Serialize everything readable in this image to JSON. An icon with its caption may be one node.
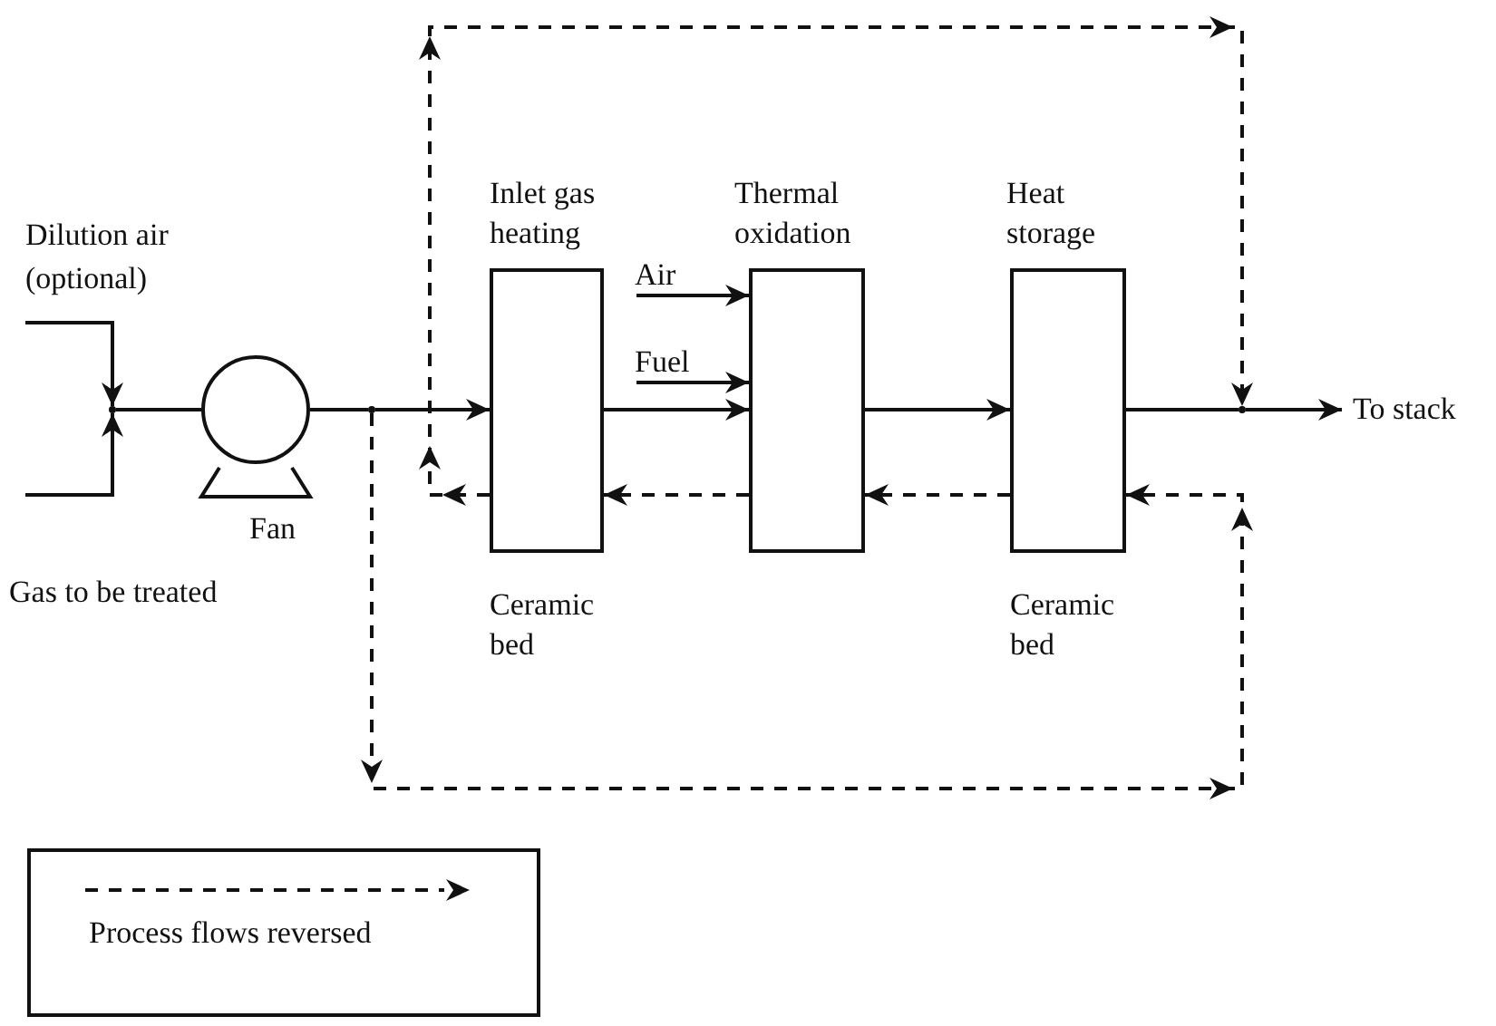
{
  "diagram": {
    "nodes": [
      {
        "text": [
          "Fan"
        ]
      },
      {
        "text": [
          "Inlet gas heating",
          "Ceramic bed"
        ]
      },
      {
        "text": [
          "Thermal oxidation"
        ]
      },
      {
        "text": [
          "Heat storage",
          "Ceramic bed"
        ]
      },
      {
        "text": [
          "To stack"
        ]
      },
      {
        "text": [
          "Air"
        ]
      },
      {
        "text": [
          "Fuel"
        ]
      },
      {
        "text": [],
        "shape": "point"
      },
      {
        "text": [],
        "shape": "point"
      },
      {
        "text": [],
        "shape": "point"
      }
    ],
    "edges": [
      {
        "from": null,
        "to": 7,
        "arrow": "to"
      },
      {
        "from": null,
        "to": 7,
        "arrow": "to"
      },
      {
        "from": 7,
        "to": 0,
        "arrow": "none"
      },
      {
        "from": 0,
        "to": 8,
        "arrow": "none"
      },
      {
        "from": 8,
        "to": 1,
        "arrow": "to"
      },
      {
        "from": 5,
        "to": 2,
        "arrow": "to"
      },
      {
        "from": 6,
        "to": 2,
        "arrow": "to"
      },
      {
        "from": 1,
        "to": 2,
        "arrow": "to"
      },
      {
        "from": 2,
        "to": 3,
        "arrow": "to"
      },
      {
        "from": 3,
        "to": 9,
        "arrow": "none"
      },
      {
        "from": 9,
        "to": 4,
        "arrow": "to"
      },
      {
        "from": 8,
        "to": 3,
        "arrow": "to",
        "style": "dashed"
      },
      {
        "from": 3,
        "to": 2,
        "arrow": "to",
        "style": "dashed"
      },
      {
        "from": 2,
        "to": 1,
        "arrow": "to",
        "style": "dashed"
      },
      {
        "from": 1,
        "to": 9,
        "arrow": "to",
        "style": "dashed"
      }
    ],
    "labels": [
      "Dilution air (optional)",
      "Gas to be treated"
    ],
    "legend": [
      {
        "text": "Process flows reversed"
      }
    ]
  }
}
